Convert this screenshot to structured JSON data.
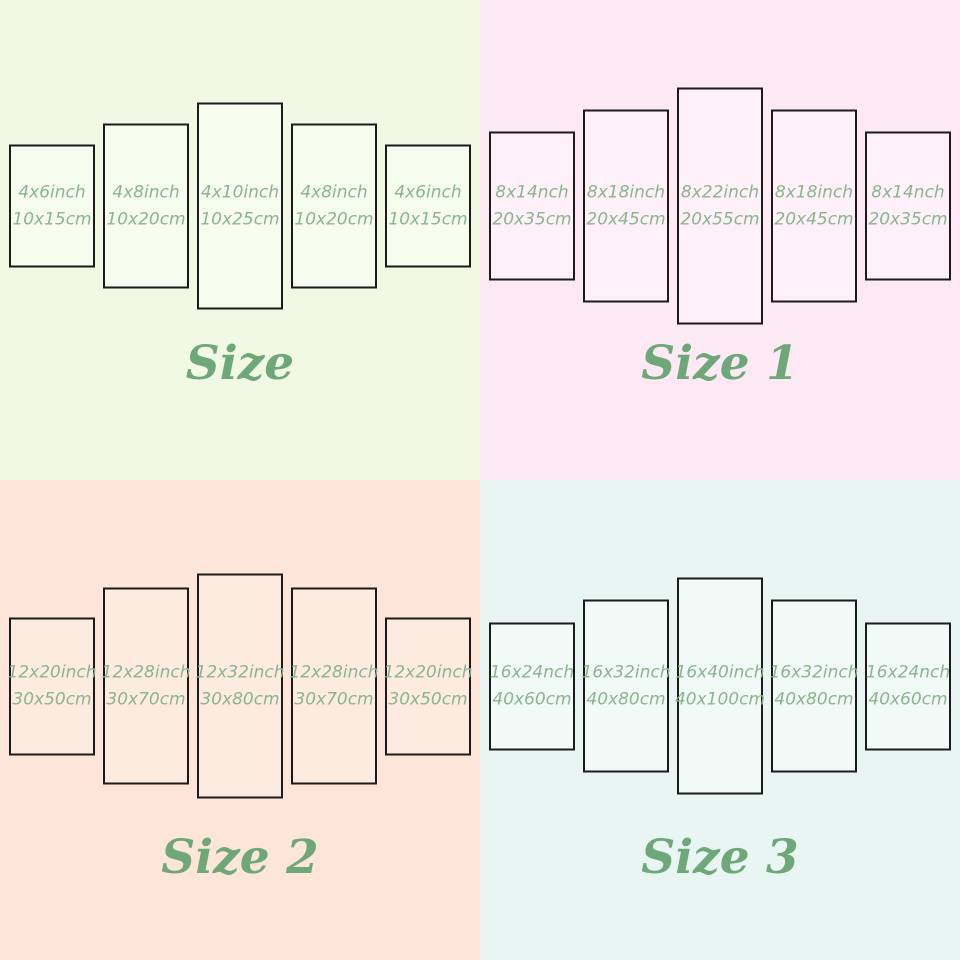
{
  "colors": {
    "title_green": "#6fa878",
    "panel_text_green": "#8ab58e",
    "panel_border": "#1b1b1b"
  },
  "quadrants": [
    {
      "title": "Size",
      "colors": {
        "background": "#f1f9e5",
        "panel": "#f6fcee"
      },
      "panels": [
        {
          "inch": "4x6inch",
          "cm": "10x15cm"
        },
        {
          "inch": "4x8inch",
          "cm": "10x20cm"
        },
        {
          "inch": "4x10inch",
          "cm": "10x25cm"
        },
        {
          "inch": "4x8inch",
          "cm": "10x20cm"
        },
        {
          "inch": "4x6inch",
          "cm": "10x15cm"
        }
      ]
    },
    {
      "title": "Size 1",
      "colors": {
        "background": "#fce9f4",
        "panel": "#fdf0f8"
      },
      "panels": [
        {
          "inch": "8x14nch",
          "cm": "20x35cm"
        },
        {
          "inch": "8x18inch",
          "cm": "20x45cm"
        },
        {
          "inch": "8x22inch",
          "cm": "20x55cm"
        },
        {
          "inch": "8x18inch",
          "cm": "20x45cm"
        },
        {
          "inch": "8x14nch",
          "cm": "20x35cm"
        }
      ]
    },
    {
      "title": "Size 2",
      "colors": {
        "background": "#fde5d9",
        "panel": "#fdebe0"
      },
      "panels": [
        {
          "inch": "12x20inch",
          "cm": "30x50cm"
        },
        {
          "inch": "12x28inch",
          "cm": "30x70cm"
        },
        {
          "inch": "12x32inch",
          "cm": "30x80cm"
        },
        {
          "inch": "12x28inch",
          "cm": "30x70cm"
        },
        {
          "inch": "12x20inch",
          "cm": "30x50cm"
        }
      ]
    },
    {
      "title": "Size 3",
      "colors": {
        "background": "#e9f5f2",
        "panel": "#f1faf7"
      },
      "panels": [
        {
          "inch": "16x24nch",
          "cm": "40x60cm"
        },
        {
          "inch": "16x32inch",
          "cm": "40x80cm"
        },
        {
          "inch": "16x40inch",
          "cm": "40x100cm"
        },
        {
          "inch": "16x32inch",
          "cm": "40x80cm"
        },
        {
          "inch": "16x24nch",
          "cm": "40x60cm"
        }
      ]
    }
  ]
}
